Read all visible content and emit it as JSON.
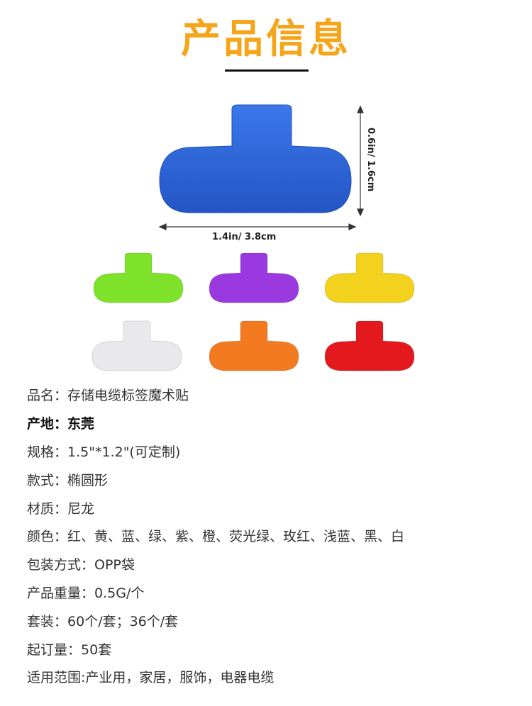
{
  "header": {
    "title": "产品信息"
  },
  "hero": {
    "height_label": "0.6in/ 1.6cm",
    "width_label": "1.4in/ 3.8cm",
    "color": "#2f67d8"
  },
  "swatches": [
    {
      "name": "green-tag",
      "color": "#7fe22a"
    },
    {
      "name": "purple-tag",
      "color": "#9b39e0"
    },
    {
      "name": "yellow-tag",
      "color": "#f3d21e"
    },
    {
      "name": "white-tag",
      "color": "#e9e9eb"
    },
    {
      "name": "orange-tag",
      "color": "#f47a22"
    },
    {
      "name": "red-tag",
      "color": "#e4191e"
    }
  ],
  "specs": [
    {
      "label": "品名：",
      "value": "存储电缆标签魔术贴"
    },
    {
      "label": "产地：",
      "value": "东莞"
    },
    {
      "label": "规格：",
      "value": "1.5\"*1.2\"(可定制)"
    },
    {
      "label": "款式：",
      "value": "椭圆形"
    },
    {
      "label": "材质：",
      "value": "尼龙"
    },
    {
      "label": "颜色：",
      "value": "红、黄、蓝、绿、紫、橙、荧光绿、玫红、浅蓝、黑、白"
    },
    {
      "label": "包装方式：",
      "value": "OPP袋"
    },
    {
      "label": "产品重量：",
      "value": "0.5G/个"
    },
    {
      "label": "套装：",
      "value": "60个/套；36个/套"
    },
    {
      "label": "起订量：",
      "value": "50套"
    },
    {
      "label": "适用范围:",
      "value": "产业用，家居，服饰，电器电缆"
    }
  ]
}
